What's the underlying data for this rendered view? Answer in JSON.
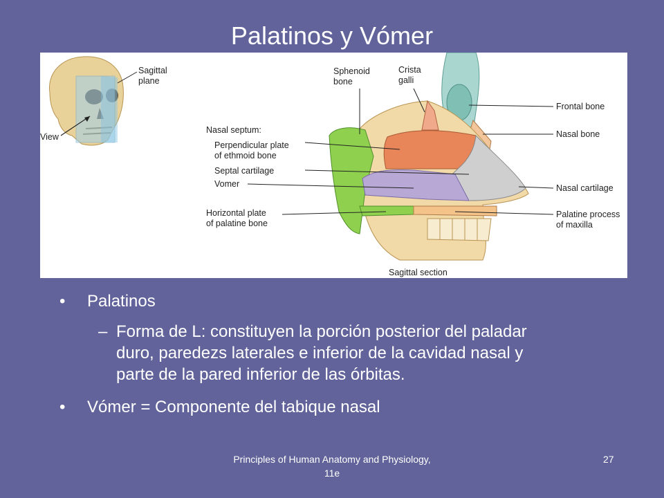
{
  "slide": {
    "title": "Palatinos y Vómer",
    "figure": {
      "inset_labels": {
        "sagittal_plane_line1": "Sagittal",
        "sagittal_plane_line2": "plane",
        "view": "View"
      },
      "top_labels": {
        "sphenoid_line1": "Sphenoid",
        "sphenoid_line2": "bone",
        "crista_line1": "Crista",
        "crista_line2": "galli"
      },
      "left_labels": {
        "nasal_septum": "Nasal septum:",
        "perpendicular_line1": "Perpendicular plate",
        "perpendicular_line2": "of ethmoid bone",
        "septal_cartilage": "Septal cartilage",
        "vomer": "Vomer",
        "horizontal_line1": "Horizontal plate",
        "horizontal_line2": "of palatine bone"
      },
      "right_labels": {
        "frontal_bone": "Frontal bone",
        "nasal_bone": "Nasal bone",
        "nasal_cartilage": "Nasal cartilage",
        "palatine_line1": "Palatine process",
        "palatine_line2": "of maxilla"
      },
      "caption": "Sagittal section"
    },
    "bullets": [
      {
        "text": "Palatinos",
        "sub": "Forma de L: constituyen la porción posterior del paladar duro, paredezs laterales e inferior de la cavidad nasal y parte de la pared inferior de las órbitas."
      },
      {
        "text": "Vómer = Componente del tabique nasal"
      }
    ],
    "bullet_symbol": "•",
    "dash_symbol": "–",
    "footer": "Principles of Human Anatomy and Physiology, 11e",
    "page_number": "27"
  },
  "colors": {
    "background": "#62639a",
    "ethmoid": "#e8865a",
    "septal_cartilage": "#cfcfcf",
    "vomer": "#b7a8d6",
    "palatine": "#8fd14f",
    "maxilla": "#f2d9a8",
    "frontal": "#a9d6cf"
  }
}
